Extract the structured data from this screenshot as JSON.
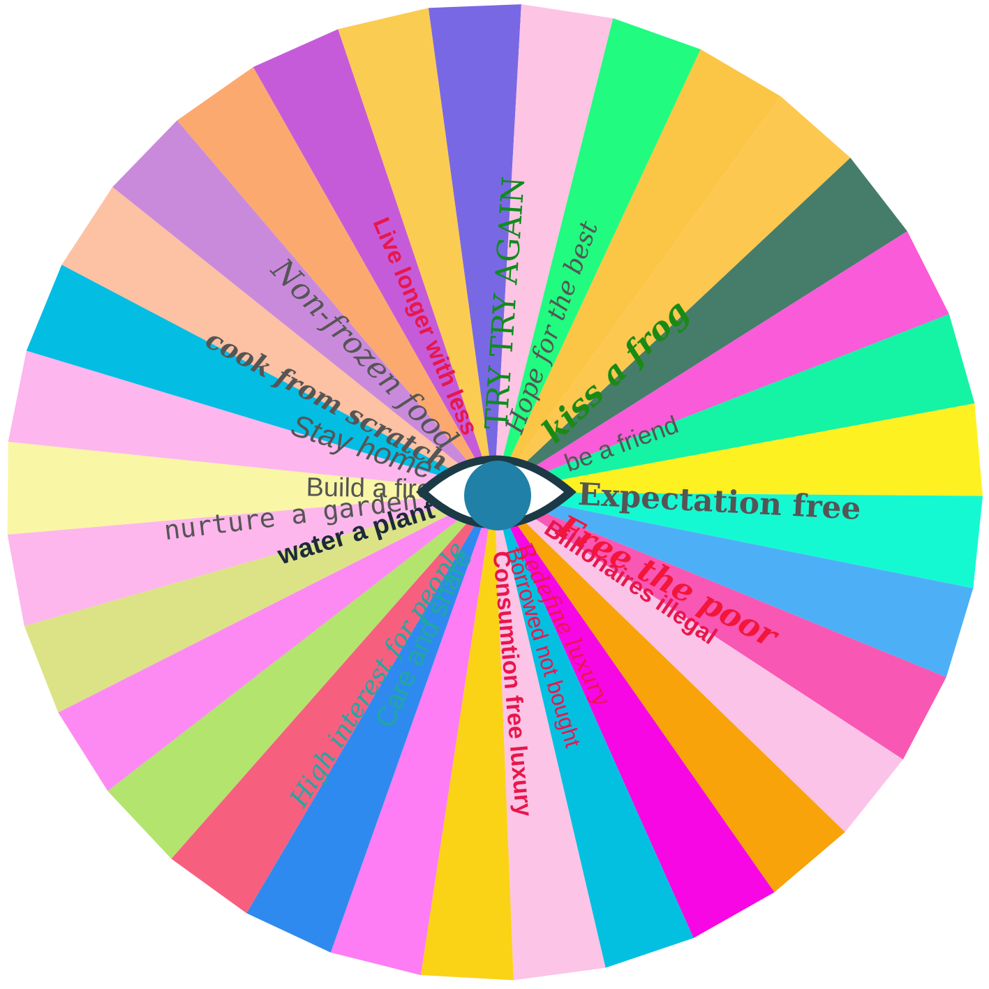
{
  "wheel": {
    "segment_colors": [
      "#f9f6a6",
      "#fdb6ee",
      "#04bde3",
      "#fdc1a3",
      "#ca8adc",
      "#fca96f",
      "#c65bd9",
      "#fbcc52",
      "#7968e4",
      "#fdc4e4",
      "#21fb7f",
      "#fbc546",
      "#fdc850",
      "#457d6a",
      "#fa5bd8",
      "#14f4a4",
      "#fef122",
      "#15f9d2",
      "#4db0f7",
      "#f857b3",
      "#fcc3e8",
      "#f9a30a",
      "#f707e4",
      "#04c0e0",
      "#fcc4e6",
      "#fad317",
      "#fe7cf4",
      "#2f8aef",
      "#f75f7f",
      "#b3e46d",
      "#fd8af2",
      "#dce386",
      "#fdb7ec"
    ],
    "labels": [
      {
        "text": "TRY TRY AGAIN",
        "color": "#0f8c1c",
        "font": "serif",
        "weight": "normal",
        "italic": false
      },
      {
        "text": "Hope for the best",
        "color": "#555555",
        "font": "serif",
        "weight": "normal",
        "italic": true
      },
      {
        "text": "kiss a frog",
        "color": "#1a8a16",
        "font": "serif",
        "weight": "bold",
        "italic": true
      },
      {
        "text": "be a friend",
        "color": "#555555",
        "font": "sans",
        "weight": "normal",
        "italic": false
      },
      {
        "text": "Expectation free",
        "color": "#555555",
        "font": "serif",
        "weight": "bold",
        "italic": false
      },
      {
        "text": "Free the poor",
        "color": "#f2163a",
        "font": "serif",
        "weight": "bold",
        "italic": true
      },
      {
        "text": "Billionaires illegal",
        "color": "#e7174c",
        "font": "sans",
        "weight": "bold",
        "italic": false
      },
      {
        "text": "Redefine luxury",
        "color": "#e7174c",
        "font": "serif",
        "weight": "normal",
        "italic": true
      },
      {
        "text": "Borrowed not bought",
        "color": "#e7174c",
        "font": "sans",
        "weight": "normal",
        "italic": false
      },
      {
        "text": "Consumtion free luxury",
        "color": "#e7174c",
        "font": "sans",
        "weight": "bold",
        "italic": false
      },
      {
        "text": "Care and share",
        "color": "#1fa8a0",
        "font": "sans",
        "weight": "normal",
        "italic": false
      },
      {
        "text": "High interest for people",
        "color": "#1fa8a0",
        "font": "serif",
        "weight": "normal",
        "italic": true
      },
      {
        "text": "water a plant",
        "color": "#1c2a3a",
        "font": "sans",
        "weight": "bold",
        "italic": false
      },
      {
        "text": "nurture a garden",
        "color": "#555555",
        "font": "mono",
        "weight": "normal",
        "italic": false
      },
      {
        "text": "Build a fire",
        "color": "#555555",
        "font": "sans",
        "weight": "normal",
        "italic": false
      },
      {
        "text": "Stay home",
        "color": "#555555",
        "font": "sans",
        "weight": "normal",
        "italic": true
      },
      {
        "text": "cook from scratch",
        "color": "#555555",
        "font": "serif",
        "weight": "bold",
        "italic": true
      },
      {
        "text": "Non-frozen food",
        "color": "#555555",
        "font": "serif",
        "weight": "normal",
        "italic": true
      },
      {
        "text": "Live longer with less",
        "color": "#e7174c",
        "font": "sans",
        "weight": "bold",
        "italic": false
      }
    ],
    "center_icon": "eye-icon",
    "eye_colors": {
      "outline": "#1b3a45",
      "white": "#ffffff",
      "iris": "#2180a8"
    }
  }
}
